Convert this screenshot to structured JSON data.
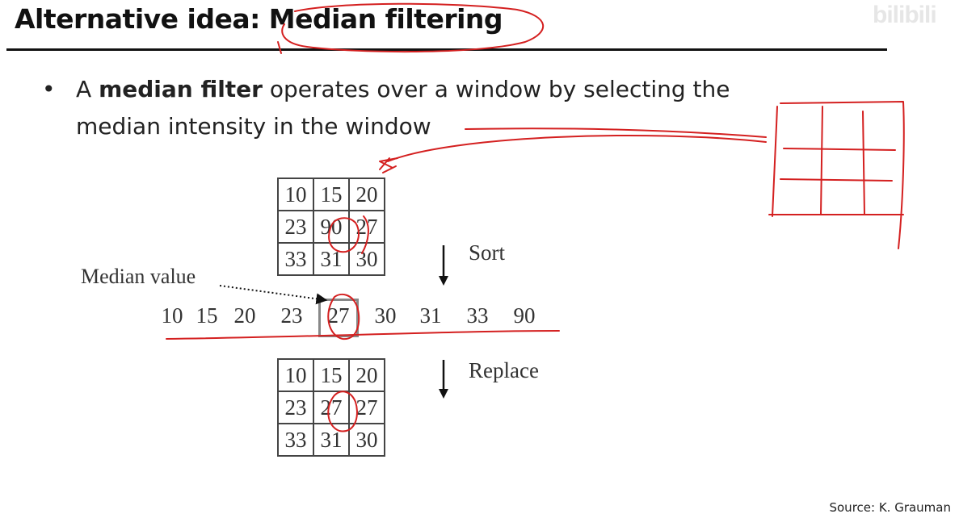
{
  "title": "Alternative idea: Median filtering",
  "watermark": "bilibili",
  "bullet": {
    "bold": "median filter",
    "before": "A ",
    "after": " operates over a window by selecting the median intensity in the window"
  },
  "window_before": [
    [
      "10",
      "15",
      "20"
    ],
    [
      "23",
      "90",
      "27"
    ],
    [
      "33",
      "31",
      "30"
    ]
  ],
  "sorted_values": [
    "10",
    "15",
    "20",
    "23",
    "27",
    "30",
    "31",
    "33",
    "90"
  ],
  "window_after": [
    [
      "10",
      "15",
      "20"
    ],
    [
      "23",
      "27",
      "27"
    ],
    [
      "33",
      "31",
      "30"
    ]
  ],
  "labels": {
    "median_value": "Median value",
    "sort": "Sort",
    "replace": "Replace"
  },
  "source": "Source: K. Grauman",
  "colors": {
    "annotation": "#d42020",
    "text": "#111111"
  }
}
